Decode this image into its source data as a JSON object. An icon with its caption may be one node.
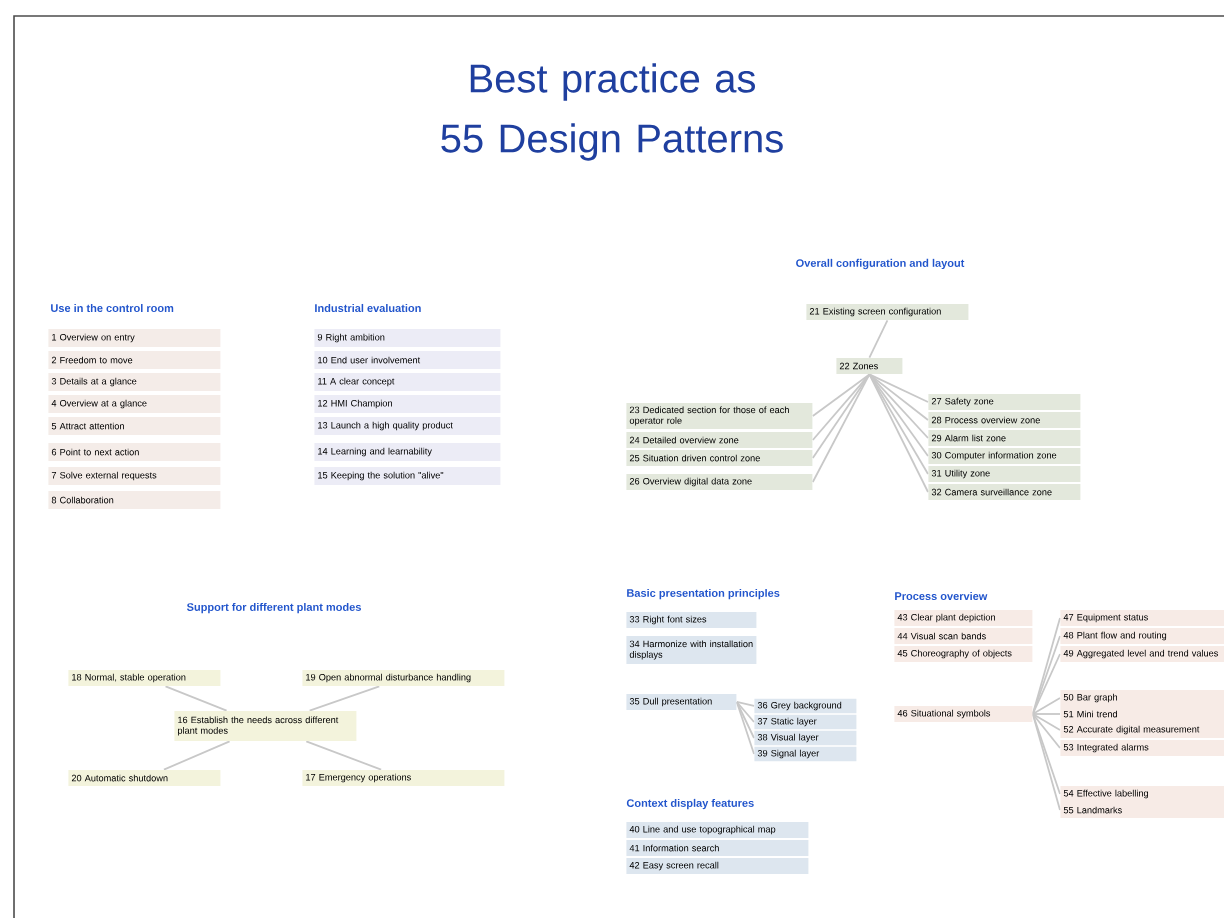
{
  "diagram": {
    "title": "Best practice as 55 Design Patterns",
    "nodes": [
      {
        "text": [
          "1 Overview on entry"
        ]
      },
      {
        "text": [
          "2 Freedom to move"
        ]
      },
      {
        "text": [
          "3 Details at a glance"
        ]
      },
      {
        "text": [
          "4 Overview at a glance"
        ]
      },
      {
        "text": [
          "5 Attract attention"
        ]
      },
      {
        "text": [
          "6 Point to next action"
        ]
      },
      {
        "text": [
          "7 Solve external requests"
        ]
      },
      {
        "text": [
          "8 Collaboration"
        ]
      },
      {
        "text": [
          "9 Right ambition"
        ]
      },
      {
        "text": [
          "10 End user involvement"
        ]
      },
      {
        "text": [
          "11 A clear concept"
        ]
      },
      {
        "text": [
          "12 HMI Champion"
        ]
      },
      {
        "text": [
          "13 Launch a high quality product"
        ]
      },
      {
        "text": [
          "14 Learning and learnability"
        ]
      },
      {
        "text": [
          "15 Keeping the solution \"alive\""
        ]
      },
      {
        "text": [
          "21 Existing screen configuration"
        ]
      },
      {
        "text": [
          "22 Zones"
        ]
      },
      {
        "text": [
          "23 Dedicated section for those of each operator role"
        ]
      },
      {
        "text": [
          "24 Detailed overview zone"
        ]
      },
      {
        "text": [
          "25 Situation driven control zone"
        ]
      },
      {
        "text": [
          "26 Overview digital data zone"
        ]
      },
      {
        "text": [
          "27 Safety zone"
        ]
      },
      {
        "text": [
          "28 Process overview zone"
        ]
      },
      {
        "text": [
          "29 Alarm list zone"
        ]
      },
      {
        "text": [
          "30 Computer information zone"
        ]
      },
      {
        "text": [
          "31 Utility zone"
        ]
      },
      {
        "text": [
          "32 Camera surveillance zone"
        ]
      },
      {
        "text": [
          "18 Normal, stable operation"
        ]
      },
      {
        "text": [
          "19 Open abnormal disturbance handling"
        ]
      },
      {
        "text": [
          "16 Establish the needs across different plant modes"
        ]
      },
      {
        "text": [
          "20 Automatic shutdown"
        ]
      },
      {
        "text": [
          "17 Emergency operations"
        ]
      },
      {
        "text": [
          "33 Right font sizes"
        ]
      },
      {
        "text": [
          "34 Harmonize with installation displays"
        ]
      },
      {
        "text": [
          "35 Dull presentation"
        ]
      },
      {
        "text": [
          "36 Grey background"
        ]
      },
      {
        "text": [
          "37 Static layer"
        ]
      },
      {
        "text": [
          "38 Visual layer"
        ]
      },
      {
        "text": [
          "39 Signal layer"
        ]
      },
      {
        "text": [
          "40 Line and use topographical map"
        ]
      },
      {
        "text": [
          "41 Information search"
        ]
      },
      {
        "text": [
          "42 Easy screen recall"
        ]
      },
      {
        "text": [
          "43 Clear plant depiction"
        ]
      },
      {
        "text": [
          "44 Visual scan bands"
        ]
      },
      {
        "text": [
          "45 Choreography of objects"
        ]
      },
      {
        "text": [
          "46 Situational symbols"
        ]
      },
      {
        "text": [
          "47 Equipment status"
        ]
      },
      {
        "text": [
          "48 Plant flow and routing"
        ]
      },
      {
        "text": [
          "49 Aggregated level and trend values"
        ]
      },
      {
        "text": [
          "50 Bar graph"
        ]
      },
      {
        "text": [
          "51 Mini trend"
        ]
      },
      {
        "text": [
          "52 Accurate digital measurement"
        ]
      },
      {
        "text": [
          "53 Integrated alarms"
        ]
      },
      {
        "text": [
          "54 Effective labelling"
        ]
      },
      {
        "text": [
          "55 Landmarks"
        ]
      }
    ],
    "edges": [
      {
        "from": 15,
        "to": 16,
        "arrow": "none"
      },
      {
        "from": 16,
        "to": 17,
        "arrow": "none"
      },
      {
        "from": 16,
        "to": 18,
        "arrow": "none"
      },
      {
        "from": 16,
        "to": 19,
        "arrow": "none"
      },
      {
        "from": 16,
        "to": 20,
        "arrow": "none"
      },
      {
        "from": 16,
        "to": 21,
        "arrow": "none"
      },
      {
        "from": 16,
        "to": 22,
        "arrow": "none"
      },
      {
        "from": 16,
        "to": 23,
        "arrow": "none"
      },
      {
        "from": 16,
        "to": 24,
        "arrow": "none"
      },
      {
        "from": 16,
        "to": 25,
        "arrow": "none"
      },
      {
        "from": 16,
        "to": 26,
        "arrow": "none"
      },
      {
        "from": 29,
        "to": 27,
        "arrow": "none"
      },
      {
        "from": 29,
        "to": 28,
        "arrow": "none"
      },
      {
        "from": 29,
        "to": 30,
        "arrow": "none"
      },
      {
        "from": 29,
        "to": 31,
        "arrow": "none"
      },
      {
        "from": 34,
        "to": 35,
        "arrow": "none"
      },
      {
        "from": 34,
        "to": 36,
        "arrow": "none"
      },
      {
        "from": 34,
        "to": 37,
        "arrow": "none"
      },
      {
        "from": 34,
        "to": 38,
        "arrow": "none"
      },
      {
        "from": 45,
        "to": 46,
        "arrow": "none"
      },
      {
        "from": 45,
        "to": 47,
        "arrow": "none"
      },
      {
        "from": 45,
        "to": 48,
        "arrow": "none"
      },
      {
        "from": 45,
        "to": 49,
        "arrow": "none"
      },
      {
        "from": 45,
        "to": 50,
        "arrow": "none"
      },
      {
        "from": 45,
        "to": 51,
        "arrow": "none"
      },
      {
        "from": 45,
        "to": 52,
        "arrow": "none"
      },
      {
        "from": 45,
        "to": 53,
        "arrow": "none"
      },
      {
        "from": 45,
        "to": 54,
        "arrow": "none"
      }
    ],
    "labels": [
      "Use in the control room",
      "Industrial evaluation",
      "Overall configuration and layout",
      "Support for different plant modes",
      "Basic presentation principles",
      "Process overview",
      "Context display features"
    ]
  }
}
